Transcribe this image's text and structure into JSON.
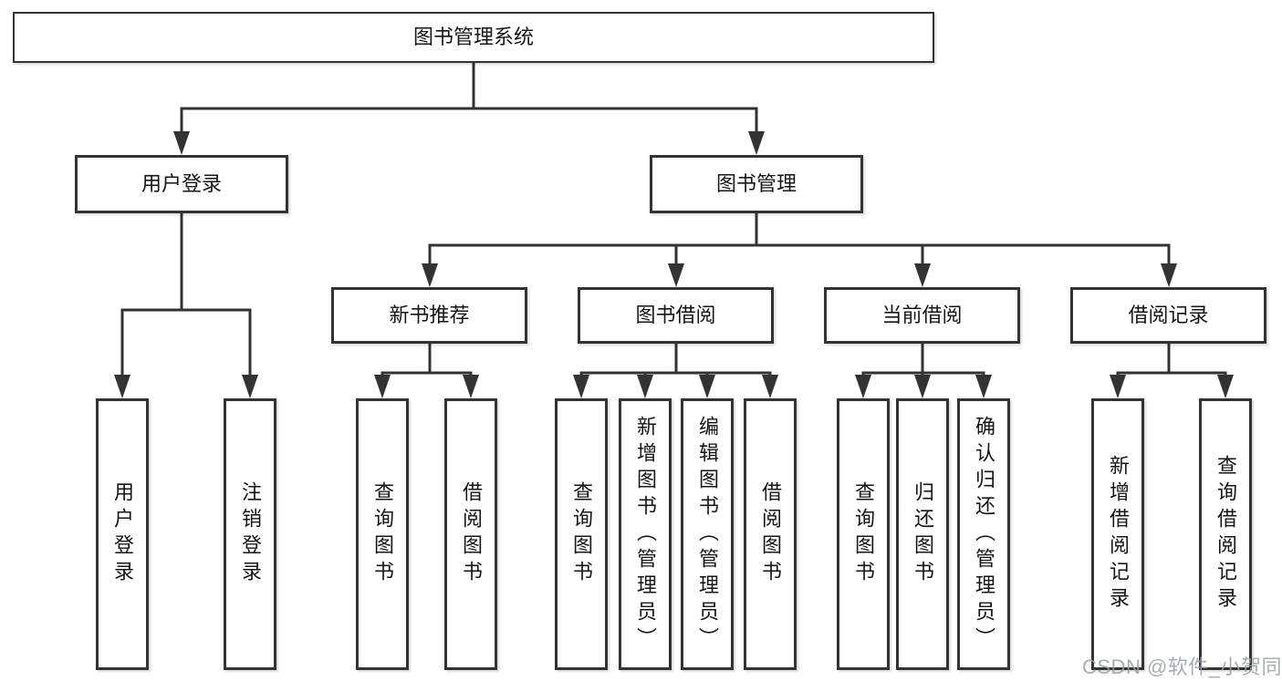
{
  "nodes": {
    "root": {
      "label": "图书管理系统"
    },
    "l2": [
      {
        "label": "用户登录"
      },
      {
        "label": "图书管理"
      }
    ],
    "l3": [
      {
        "label": "新书推荐"
      },
      {
        "label": "图书借阅"
      },
      {
        "label": "当前借阅"
      },
      {
        "label": "借阅记录"
      }
    ],
    "leaves": [
      {
        "label": "用户登录"
      },
      {
        "label": "注销登录"
      },
      {
        "label": "查询图书"
      },
      {
        "label": "借阅图书"
      },
      {
        "label": "查询图书"
      },
      {
        "label": "新增图书（管理员）"
      },
      {
        "label": "编辑图书（管理员）"
      },
      {
        "label": "借阅图书"
      },
      {
        "label": "查询图书"
      },
      {
        "label": "归还图书"
      },
      {
        "label": "确认归还（管理员）"
      },
      {
        "label": "新增借阅记录"
      },
      {
        "label": "查询借阅记录"
      }
    ]
  },
  "watermark": "CSDN @软件_小贺同学",
  "colors": {
    "line": "#333333",
    "background": "#ffffff",
    "watermark": "#989ea8"
  }
}
